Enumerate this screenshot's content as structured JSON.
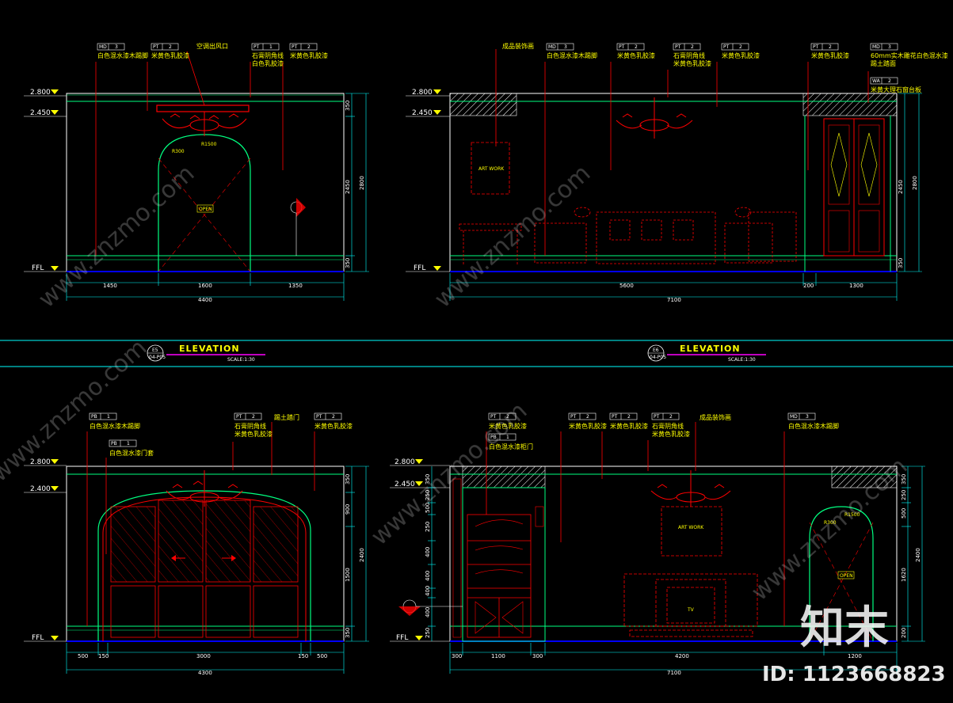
{
  "drawing": {
    "levels": {
      "top": "2.800",
      "mid_a": "2.450",
      "mid_b": "2.400",
      "floor": "FFL"
    },
    "elevation_title": "ELEVATION",
    "scale_label": "SCALE:1:30",
    "tags": {
      "md3": {
        "code": "MD",
        "num": "3"
      },
      "pt2": {
        "code": "PT",
        "num": "2"
      },
      "pt1": {
        "code": "PT",
        "num": "1"
      },
      "pb1": {
        "code": "PB",
        "num": "1"
      },
      "wa2": {
        "code": "WA",
        "num": "2"
      }
    },
    "sym_e5": {
      "top": "E5",
      "bottom": "04-P05"
    },
    "sym_e6": {
      "top": "E6",
      "bottom": "04-P05"
    },
    "panel1": {
      "ann1": "白色混水漆木踢脚",
      "ann2": "米黄色乳胶漆",
      "ann3": "空调出风口",
      "ann4a": "石膏阴角线",
      "ann4b": "白色乳胶漆",
      "ann5": "米黄色乳胶漆",
      "r300": "R300",
      "r1500": "R1500",
      "open": "OPEN",
      "dims_bottom": [
        "1450",
        "1600",
        "1350"
      ],
      "total": "4400",
      "dims_right": [
        "350",
        "2800",
        "2450",
        "350"
      ]
    },
    "panel2": {
      "ann0": "成品装饰画",
      "ann1": "白色混水漆木踢脚",
      "ann2": "米黄色乳胶漆",
      "ann3a": "石膏阴角线",
      "ann3b": "米黄色乳胶漆",
      "ann4": "米黄色乳胶漆",
      "ann5": "米黄色乳胶漆",
      "ann6a": "60mm实木雕花白色混水漆",
      "ann6b": "踢土踏面",
      "ann7": "米黄大理石窗台板",
      "artwork": "ART WORK",
      "dims_bottom": [
        "5600",
        "200",
        "1300"
      ],
      "total": "7100",
      "dims_right": [
        "2800",
        "2450",
        "350"
      ]
    },
    "panel3": {
      "ann1": "白色混水漆木踢脚",
      "ann2": "白色混水漆门套",
      "ann3a": "石膏阴角线",
      "ann3b": "米黄色乳胶漆",
      "ann4": "踢土踏门",
      "ann5": "米黄色乳胶漆",
      "dims_bottom": [
        "500",
        "150",
        "3000",
        "150",
        "500"
      ],
      "total": "4300",
      "dims_right": [
        "350",
        "900",
        "2400",
        "1500",
        "350"
      ]
    },
    "panel4": {
      "ann1": "米黄色乳胶漆",
      "ann2": "白色混水漆柜门",
      "ann3": "米黄色乳胶漆",
      "ann4": "米黄色乳胶漆",
      "ann5a": "石膏阴角线",
      "ann5b": "米黄色乳胶漆",
      "ann6": "成品装饰画",
      "ann7": "白色混水漆木踢脚",
      "artwork": "ART WORK",
      "tv": "TV",
      "r300": "R300",
      "r1500": "R1500",
      "open": "OPEN",
      "dims_bottom": [
        "300",
        "1100",
        "300",
        "4200",
        "1200"
      ],
      "total": "7100",
      "dims_right": [
        "350",
        "250",
        "500",
        "2400",
        "1620",
        "200"
      ],
      "dims_left": [
        "350",
        "250",
        "500",
        "250",
        "400",
        "400",
        "400",
        "400",
        "250"
      ]
    },
    "watermark": {
      "brand": "知末",
      "id_text": "ID: 1123668823",
      "site": "www.znzmo.com"
    },
    "colors": {
      "background": "#000000",
      "annotation": "#ffff00",
      "furniture": "#ff0000",
      "wall": "#00ff80",
      "dimension": "#00ffff",
      "finish": "#ff00ff"
    }
  }
}
